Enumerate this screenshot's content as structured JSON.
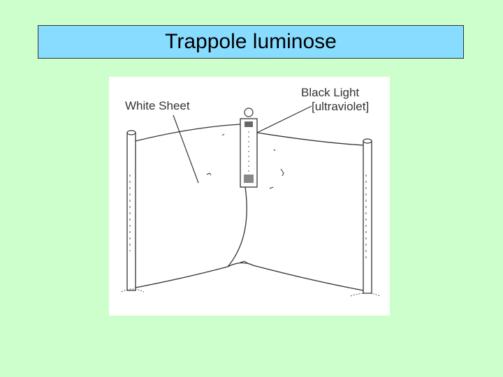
{
  "slide": {
    "title": "Trappole luminose"
  },
  "figure": {
    "label_white_sheet": "White Sheet",
    "label_black_light": "Black Light",
    "label_ultraviolet": "[ultraviolet]"
  }
}
